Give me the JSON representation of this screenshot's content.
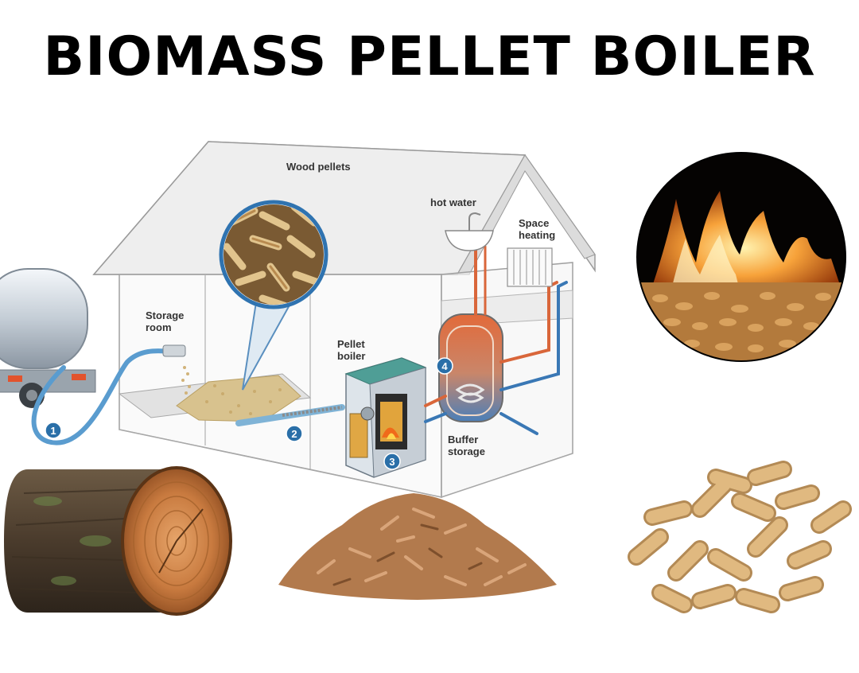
{
  "title": "BIOMASS PELLET BOILER",
  "labels": {
    "wood_pellets": "Wood pellets",
    "hot_water": "hot water",
    "space_heating_1": "Space",
    "space_heating_2": "heating",
    "storage_room_1": "Storage",
    "storage_room_2": "room",
    "pellet_boiler_1": "Pellet",
    "pellet_boiler_2": "boiler",
    "buffer_storage_1": "Buffer",
    "buffer_storage_2": "storage"
  },
  "markers": [
    "1",
    "2",
    "3",
    "4"
  ],
  "colors": {
    "marker_blue": "#2a6fa8",
    "pipe_hot": "#d9663a",
    "pipe_cold": "#3a78b5",
    "hose": "#5a9ccf",
    "house_fill": "#f2f2f2",
    "roof_fill": "#e6e6e6"
  }
}
